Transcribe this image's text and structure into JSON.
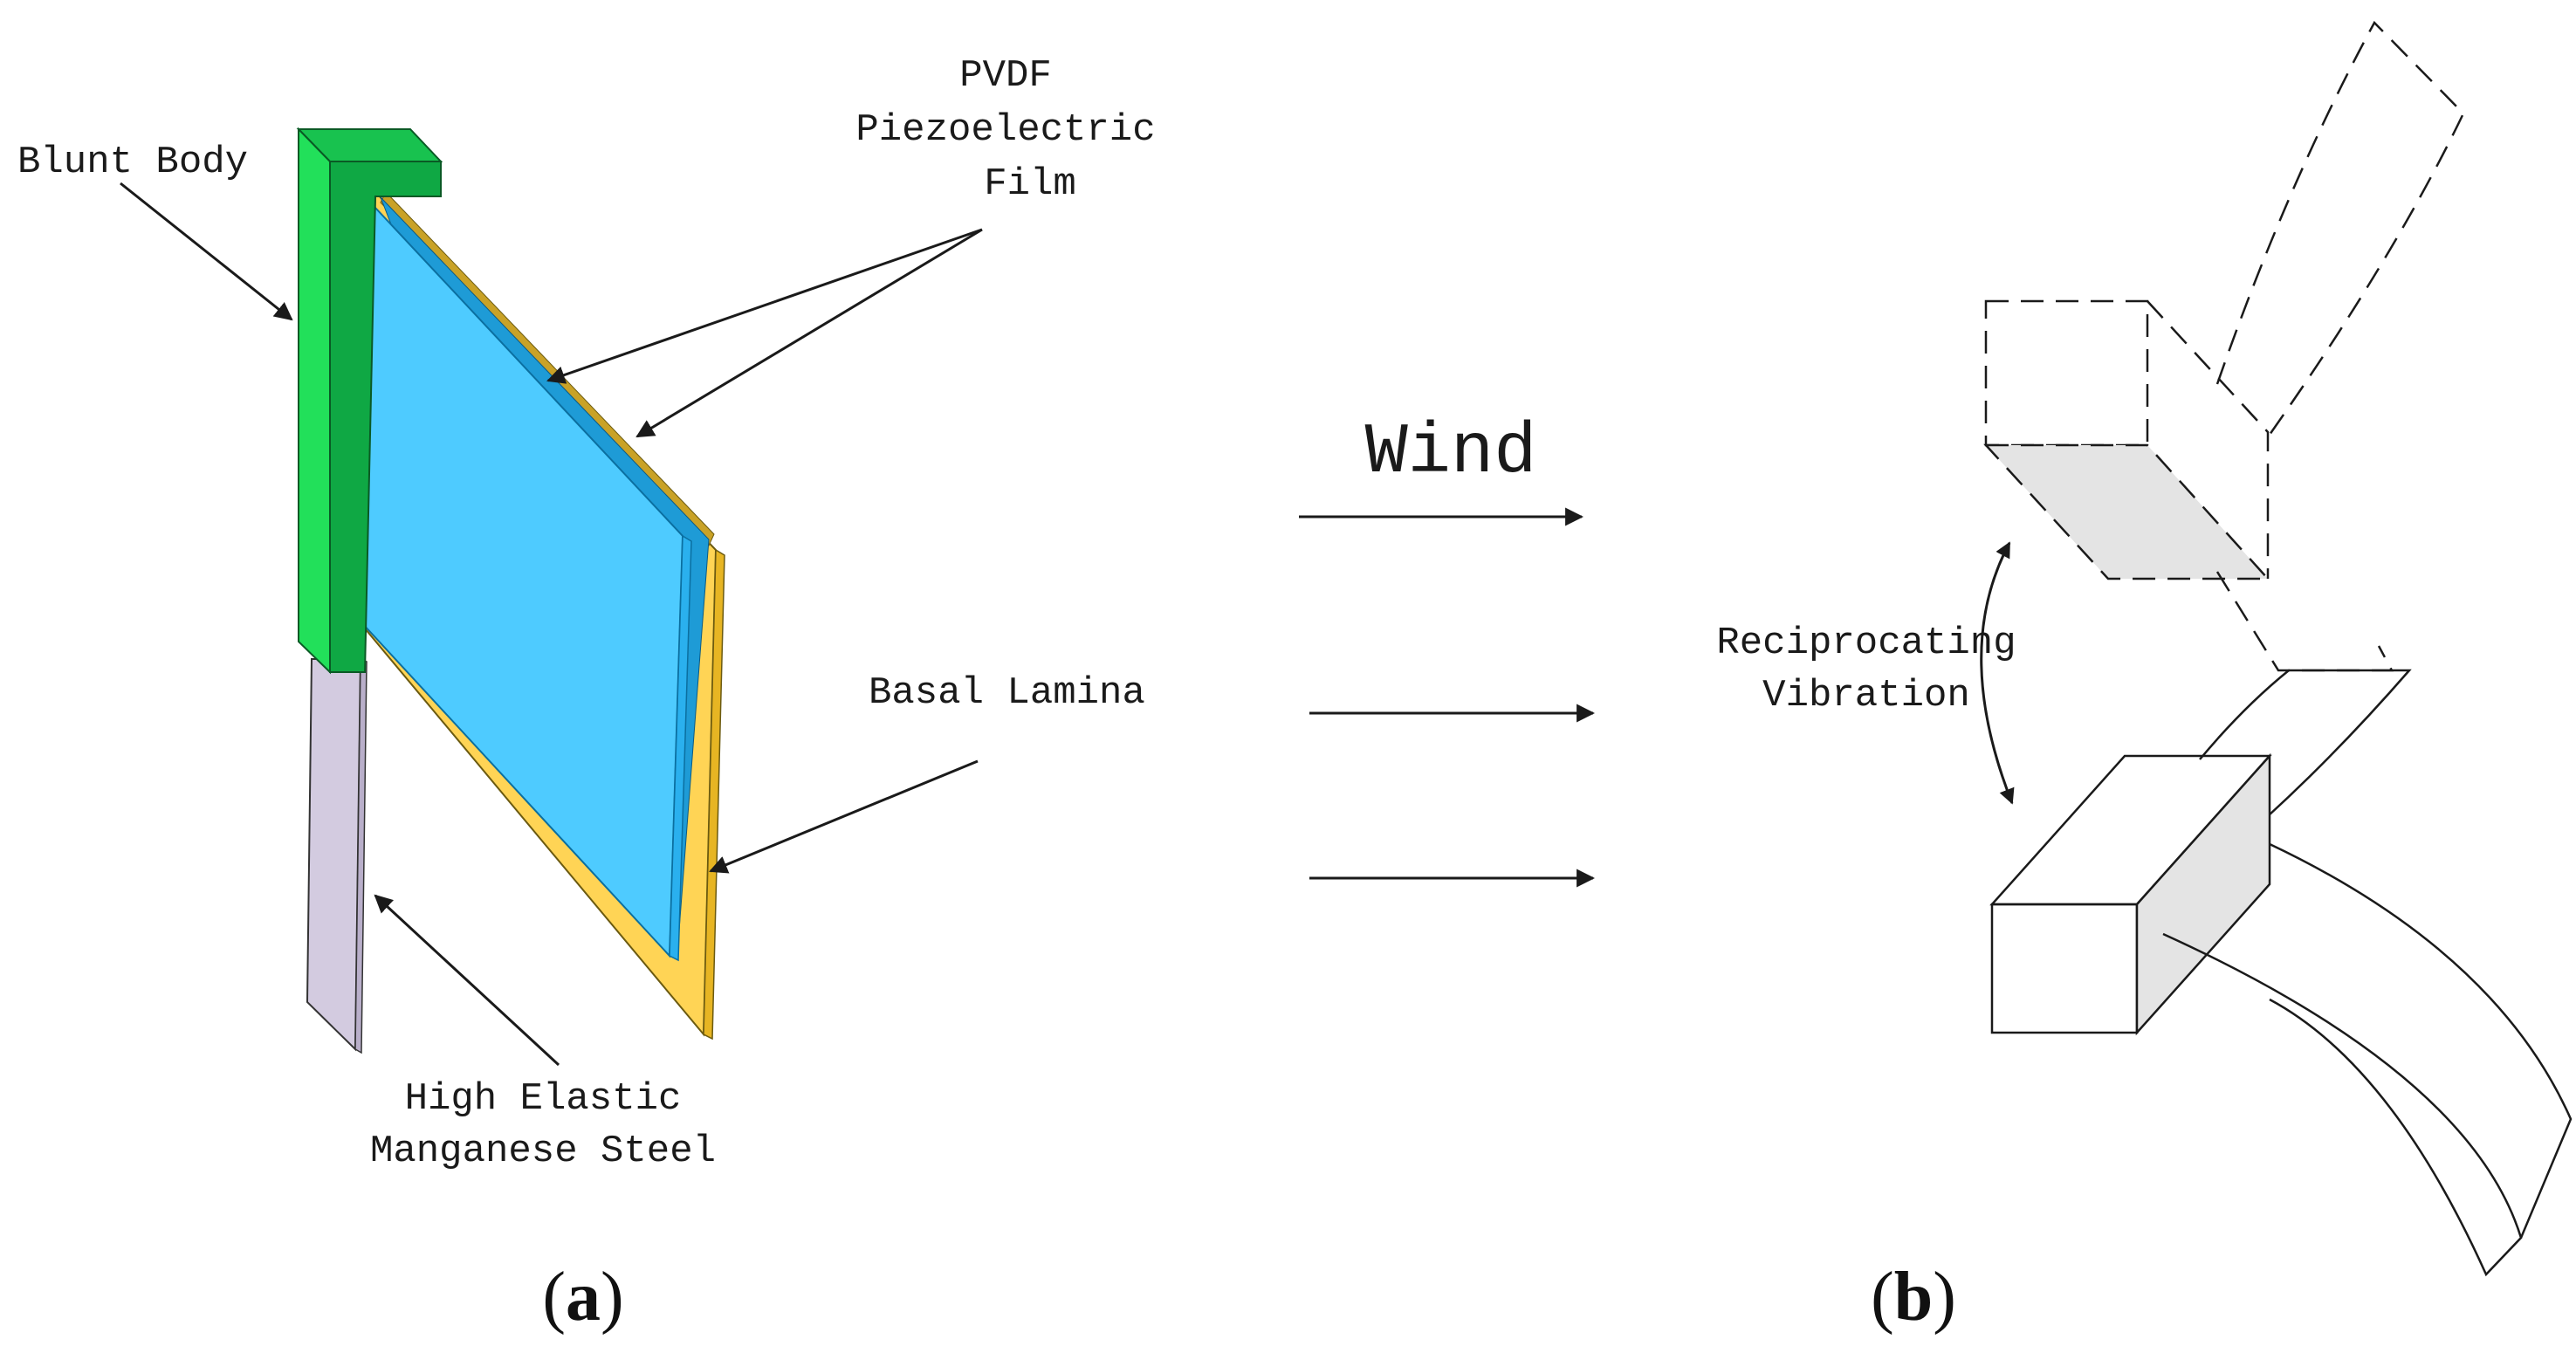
{
  "panel_a": {
    "label_open": "(",
    "label_letter": "a",
    "label_close": ")",
    "blunt_body": "Blunt Body",
    "pvdf_line1": "PVDF",
    "pvdf_line2": "Piezoelectric",
    "pvdf_line3": "Film",
    "basal_lamina": "Basal Lamina",
    "steel_line1": "High Elastic",
    "steel_line2": "Manganese Steel",
    "colors": {
      "blunt_body_front": "#22e05a",
      "blunt_body_side": "#0fa844",
      "blunt_body_top": "#18c24f",
      "pvdf_film": "#4ecbff",
      "basal_lamina": "#ffd455",
      "steel": "#d3cbe0"
    }
  },
  "wind": {
    "label": "Wind"
  },
  "panel_b": {
    "label_open": "(",
    "label_letter": "b",
    "label_close": ")",
    "vibration_line1": "Reciprocating",
    "vibration_line2": "Vibration",
    "colors": {
      "shade": "#e4e4e4",
      "stroke": "#1a1a1a"
    }
  }
}
